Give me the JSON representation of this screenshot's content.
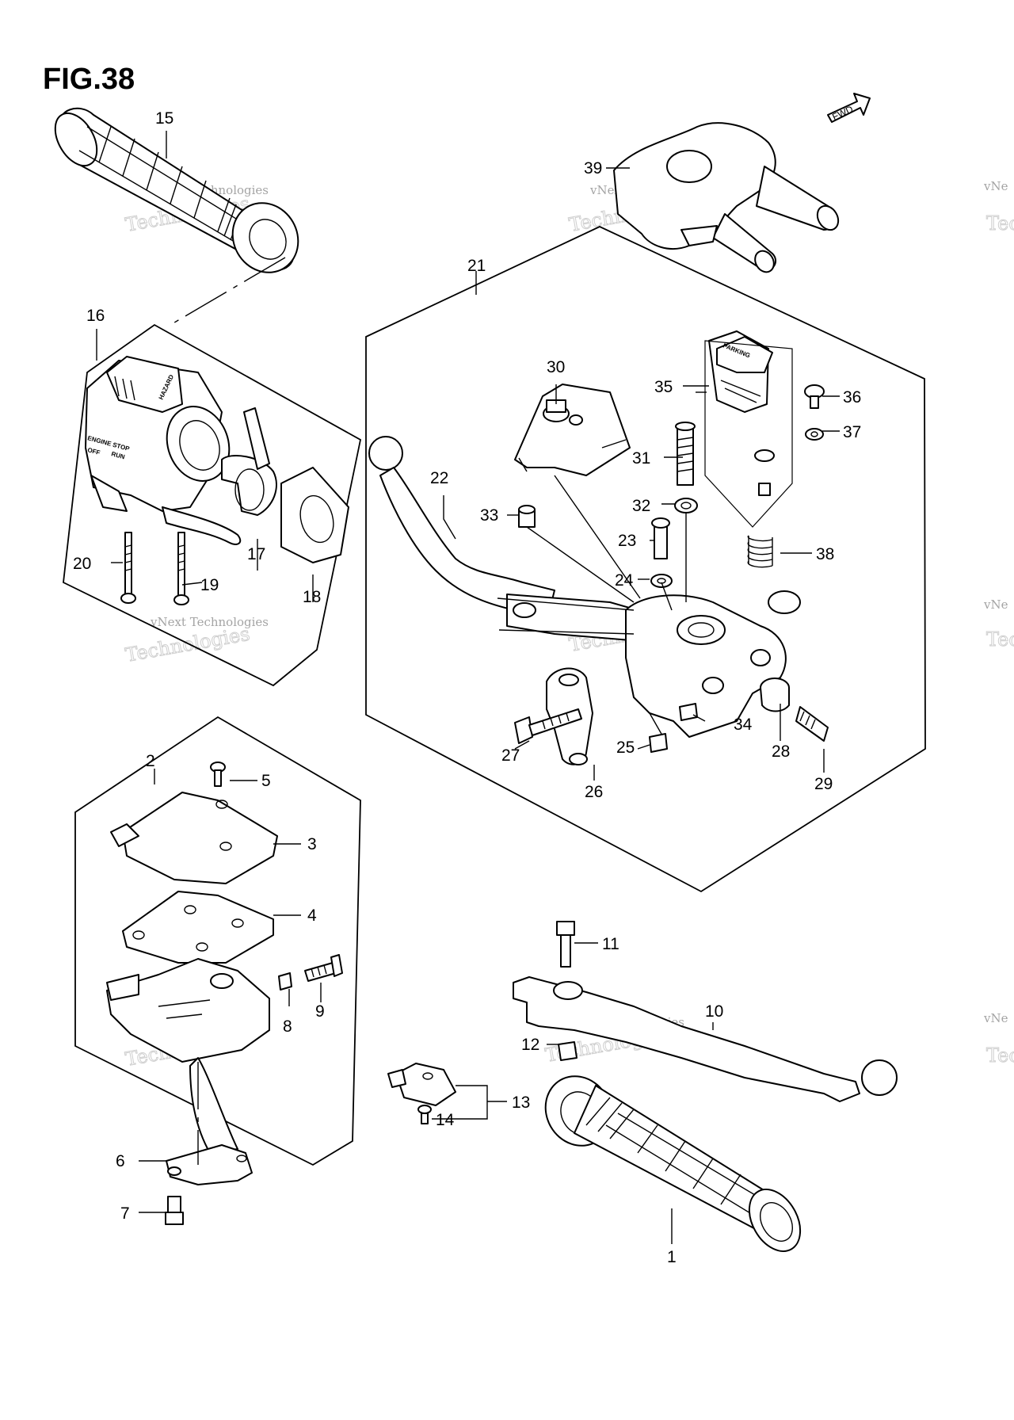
{
  "figure_title": "FIG.38",
  "fwd_label": "FWD",
  "watermark": {
    "line1": "vNext Technologies",
    "line2": "Technologies",
    "edge1": "vNe",
    "edge2": "Tec"
  },
  "switch_labels": {
    "hazard": "HAZARD",
    "engine": "ENGINE STOP",
    "off": "OFF",
    "run": "RUN",
    "parking": "PARKING"
  },
  "callouts": {
    "p1": "1",
    "p2": "2",
    "p3": "3",
    "p4": "4",
    "p5": "5",
    "p6": "6",
    "p7": "7",
    "p8": "8",
    "p9": "9",
    "p10": "10",
    "p11": "11",
    "p12": "12",
    "p13": "13",
    "p14": "14",
    "p15": "15",
    "p16": "16",
    "p17": "17",
    "p18": "18",
    "p19": "19",
    "p20": "20",
    "p21": "21",
    "p22": "22",
    "p23": "23",
    "p24": "24",
    "p25": "25",
    "p26": "26",
    "p27": "27",
    "p28": "28",
    "p29": "29",
    "p30": "30",
    "p31": "31",
    "p32": "32",
    "p33": "33",
    "p34": "34",
    "p35": "35",
    "p36": "36",
    "p37": "37",
    "p38": "38",
    "p39": "39"
  }
}
